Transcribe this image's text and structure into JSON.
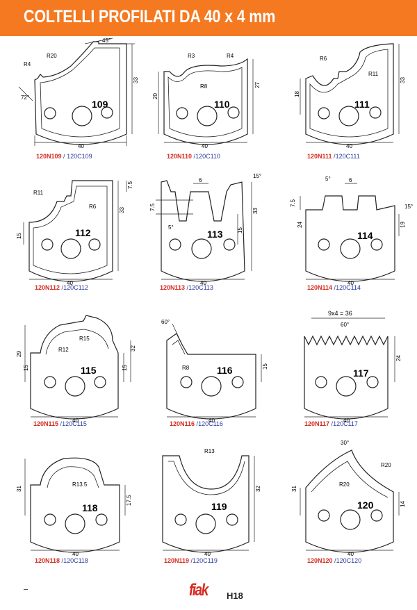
{
  "header": {
    "title": "COLTELLI PROFILATI DA 40 x 4 mm"
  },
  "colors": {
    "header_bg": "#f47920",
    "code_red": "#d42a1f",
    "code_blue": "#2a3a9c"
  },
  "common": {
    "width_label": "40"
  },
  "knives": [
    {
      "number": "109",
      "code_n": "120N109",
      "sep": " / ",
      "code_c": "120C109",
      "labels": {
        "r_small": "R4",
        "r_big": "R20",
        "angle_top": "45°",
        "angle_bottom": "72°",
        "height": "33"
      }
    },
    {
      "number": "110",
      "code_n": "120N110",
      "sep": " /",
      "code_c": "120C110",
      "labels": {
        "r_top_left": "R3",
        "r_top_right": "R4",
        "r_mid": "R8",
        "h_left": "20",
        "h_right": "27"
      }
    },
    {
      "number": "111",
      "code_n": "120N111",
      "sep": " /",
      "code_c": "120C111",
      "labels": {
        "r_small": "R6",
        "r_big": "R11",
        "h_left": "18",
        "h_right": "33"
      }
    },
    {
      "number": "112",
      "code_n": "120N112",
      "sep": " /",
      "code_c": "120C112",
      "labels": {
        "r_big": "R11",
        "r_small": "R6",
        "step": "7.5",
        "height": "33",
        "h_left": "15"
      }
    },
    {
      "number": "113",
      "code_n": "120N113",
      "sep": " /",
      "code_c": "120C113",
      "labels": {
        "slot": "6",
        "angle_top": "15°",
        "step": "7.5",
        "angle_low": "5°",
        "h_mid": "15",
        "height": "33"
      }
    },
    {
      "number": "114",
      "code_n": "120N114",
      "sep": " /",
      "code_c": "120C114",
      "labels": {
        "angle_left": "5°",
        "slot": "6",
        "step": "7.5",
        "angle_right": "15°",
        "h_left": "24",
        "h_right": "19"
      }
    },
    {
      "number": "115",
      "code_n": "120N115",
      "sep": " /",
      "code_c": "120C115",
      "labels": {
        "r_big": "R15",
        "r_small": "R12",
        "h_outer": "29",
        "h_left": "15",
        "h_right": "15",
        "h_right2": "32"
      }
    },
    {
      "number": "116",
      "code_n": "120N116",
      "sep": " /",
      "code_c": "120C116",
      "labels": {
        "angle": "60°",
        "r": "R8",
        "h_right": "15"
      }
    },
    {
      "number": "117",
      "code_n": "120N117",
      "sep": " /",
      "code_c": "120C117",
      "labels": {
        "pitch": "9x4 = 36",
        "angle": "60°",
        "height": "24"
      }
    },
    {
      "number": "118",
      "code_n": "120N118",
      "sep": " /",
      "code_c": "120C118",
      "labels": {
        "r": "R13.5",
        "h_left": "31",
        "h_right": "17.5"
      }
    },
    {
      "number": "119",
      "code_n": "120N119",
      "sep": " /",
      "code_c": "120C119",
      "labels": {
        "r": "R13",
        "h_right": "32"
      }
    },
    {
      "number": "120",
      "code_n": "120N120",
      "sep": " /",
      "code_c": "120C120",
      "labels": {
        "angle": "30°",
        "r_outer": "R20",
        "r_inner": "R20",
        "h_left": "31",
        "h_right": "14"
      }
    }
  ],
  "footer": {
    "logo_word": "fiak",
    "page": "H18"
  }
}
